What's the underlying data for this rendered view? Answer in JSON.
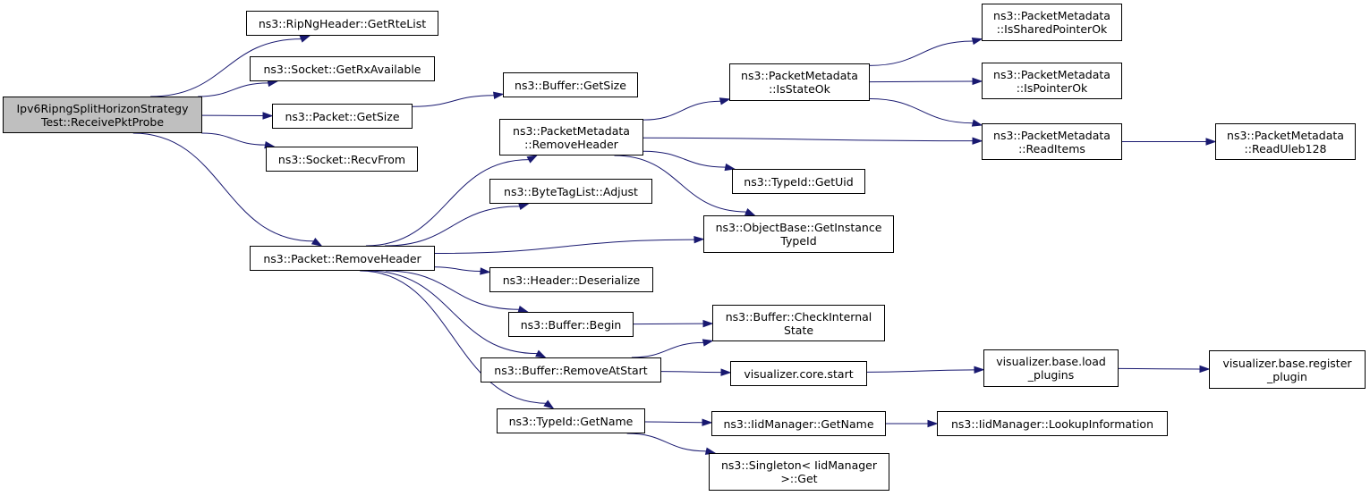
{
  "nodes": [
    {
      "id": "root",
      "lines": [
        "Ipv6RipngSplitHorizonStrategy",
        "Test::ReceivePktProbe"
      ],
      "root": true
    },
    {
      "id": "n1",
      "lines": [
        "ns3::RipNgHeader::GetRteList"
      ]
    },
    {
      "id": "n2",
      "lines": [
        "ns3::Socket::GetRxAvailable"
      ]
    },
    {
      "id": "n3",
      "lines": [
        "ns3::Packet::GetSize"
      ]
    },
    {
      "id": "n4",
      "lines": [
        "ns3::Socket::RecvFrom"
      ]
    },
    {
      "id": "n5",
      "lines": [
        "ns3::Packet::RemoveHeader"
      ]
    },
    {
      "id": "n6",
      "lines": [
        "ns3::Buffer::GetSize"
      ]
    },
    {
      "id": "n7",
      "lines": [
        "ns3::PacketMetadata",
        "::RemoveHeader"
      ]
    },
    {
      "id": "n8",
      "lines": [
        "ns3::ByteTagList::Adjust"
      ]
    },
    {
      "id": "n9",
      "lines": [
        "ns3::ObjectBase::GetInstance",
        "TypeId"
      ]
    },
    {
      "id": "n10",
      "lines": [
        "ns3::Header::Deserialize"
      ]
    },
    {
      "id": "n11",
      "lines": [
        "ns3::Buffer::Begin"
      ]
    },
    {
      "id": "n12",
      "lines": [
        "ns3::Buffer::RemoveAtStart"
      ]
    },
    {
      "id": "n13",
      "lines": [
        "ns3::TypeId::GetName"
      ]
    },
    {
      "id": "n14",
      "lines": [
        "ns3::PacketMetadata",
        "::IsStateOk"
      ]
    },
    {
      "id": "n15",
      "lines": [
        "ns3::TypeId::GetUid"
      ]
    },
    {
      "id": "n16",
      "lines": [
        "ns3::PacketMetadata",
        "::IsSharedPointerOk"
      ]
    },
    {
      "id": "n17",
      "lines": [
        "ns3::PacketMetadata",
        "::IsPointerOk"
      ]
    },
    {
      "id": "n18",
      "lines": [
        "ns3::PacketMetadata",
        "::ReadItems"
      ]
    },
    {
      "id": "n19",
      "lines": [
        "ns3::PacketMetadata",
        "::ReadUleb128"
      ]
    },
    {
      "id": "n20",
      "lines": [
        "ns3::Buffer::CheckInternal",
        "State"
      ]
    },
    {
      "id": "n21",
      "lines": [
        "visualizer.core.start"
      ]
    },
    {
      "id": "n22",
      "lines": [
        "visualizer.base.load",
        "_plugins"
      ]
    },
    {
      "id": "n23",
      "lines": [
        "visualizer.base.register",
        "_plugin"
      ]
    },
    {
      "id": "n24",
      "lines": [
        "ns3::IidManager::GetName"
      ]
    },
    {
      "id": "n25",
      "lines": [
        "ns3::IidManager::LookupInformation"
      ]
    },
    {
      "id": "n26",
      "lines": [
        "ns3::Singleton< IidManager",
        ">::Get"
      ]
    }
  ],
  "edges": [
    [
      "root",
      "n1"
    ],
    [
      "root",
      "n2"
    ],
    [
      "root",
      "n3"
    ],
    [
      "root",
      "n4"
    ],
    [
      "root",
      "n5"
    ],
    [
      "n3",
      "n6"
    ],
    [
      "n5",
      "n7"
    ],
    [
      "n5",
      "n8"
    ],
    [
      "n5",
      "n9"
    ],
    [
      "n5",
      "n10"
    ],
    [
      "n5",
      "n11"
    ],
    [
      "n5",
      "n12"
    ],
    [
      "n5",
      "n13"
    ],
    [
      "n7",
      "n14"
    ],
    [
      "n7",
      "n18"
    ],
    [
      "n7",
      "n15"
    ],
    [
      "n7",
      "n9"
    ],
    [
      "n14",
      "n16"
    ],
    [
      "n14",
      "n17"
    ],
    [
      "n14",
      "n18"
    ],
    [
      "n18",
      "n19"
    ],
    [
      "n11",
      "n20"
    ],
    [
      "n12",
      "n20"
    ],
    [
      "n12",
      "n21"
    ],
    [
      "n21",
      "n22"
    ],
    [
      "n22",
      "n23"
    ],
    [
      "n13",
      "n24"
    ],
    [
      "n13",
      "n26"
    ],
    [
      "n24",
      "n25"
    ]
  ]
}
